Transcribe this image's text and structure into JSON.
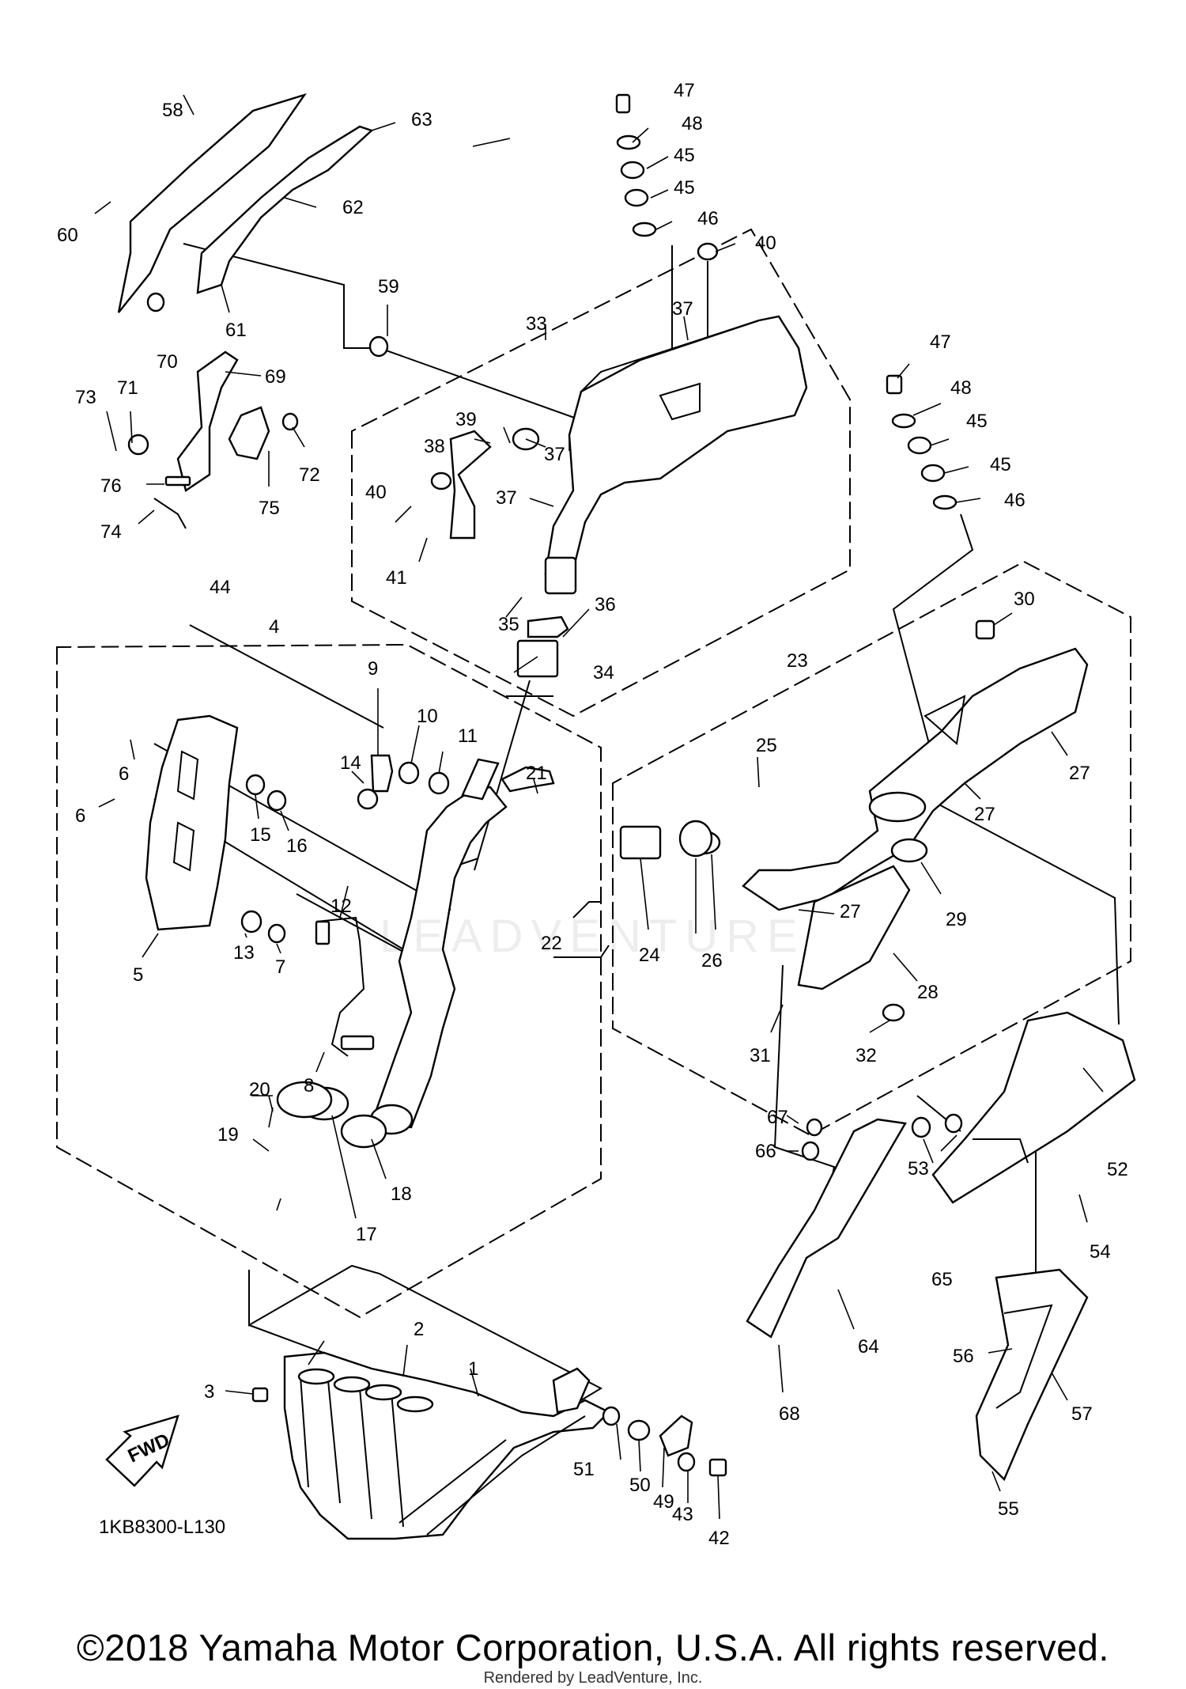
{
  "diagram_code": "1KB8300-L130",
  "fwd_label": "FWD",
  "copyright": "©2018 Yamaha Motor Corporation, U.S.A. All rights reserved.",
  "rendered_by": "Rendered by LeadVenture, Inc.",
  "watermark": "LEADVENTURE",
  "callouts": [
    "1",
    "2",
    "3",
    "4",
    "5",
    "6",
    "6",
    "7",
    "8",
    "9",
    "10",
    "11",
    "12",
    "13",
    "14",
    "15",
    "16",
    "17",
    "18",
    "19",
    "20",
    "21",
    "22",
    "23",
    "24",
    "25",
    "26",
    "27",
    "27",
    "27",
    "28",
    "29",
    "30",
    "31",
    "32",
    "33",
    "34",
    "35",
    "36",
    "37",
    "37",
    "37",
    "40",
    "40",
    "41",
    "38",
    "39",
    "42",
    "43",
    "44",
    "45",
    "45",
    "45",
    "45",
    "46",
    "46",
    "47",
    "47",
    "48",
    "48",
    "49",
    "50",
    "51",
    "52",
    "53",
    "54",
    "55",
    "56",
    "57",
    "58",
    "59",
    "60",
    "61",
    "62",
    "63",
    "64",
    "65",
    "66",
    "67",
    "68",
    "69",
    "70",
    "71",
    "72",
    "73",
    "74",
    "75",
    "76"
  ]
}
